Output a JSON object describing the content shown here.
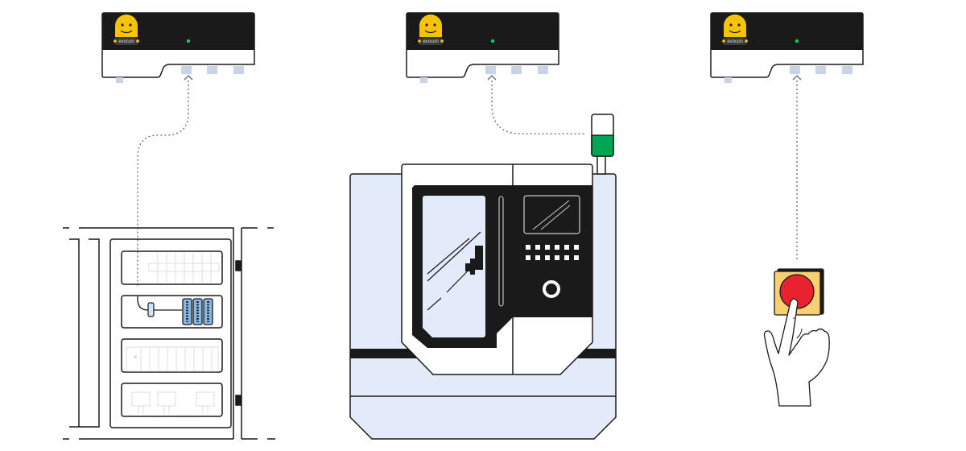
{
  "devices": [
    {
      "logo_text": "evocon",
      "status_color": "#22c55e"
    },
    {
      "logo_text": "evocon",
      "status_color": "#22c55e"
    },
    {
      "logo_text": "evocon",
      "status_color": "#22c55e"
    }
  ],
  "sources": [
    "electrical-cabinet",
    "cnc-machine",
    "push-button"
  ],
  "colors": {
    "device_body": "#1a1a1a",
    "mascot": "#f8c400",
    "machine_fill": "#e3eaf9",
    "stack_light_green": "#00a651",
    "io_module": "#8ab8e6",
    "button_red": "#e8232f",
    "button_housing": "#f8cf72",
    "connector_line": "#5a6a86"
  }
}
